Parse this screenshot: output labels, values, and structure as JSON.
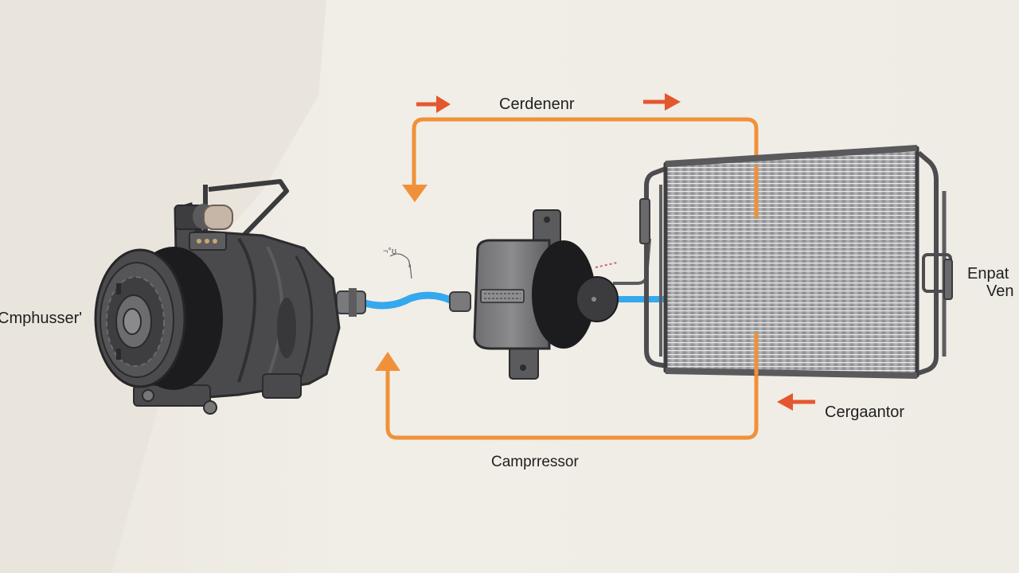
{
  "labels": {
    "top": "Cerdenenr",
    "left": "Cmphusser'",
    "right_line1": "Enpat",
    "right_line2": "Ven",
    "right_lower": "Cergaantor",
    "bottom": "Camprressor",
    "scribble": "¬°ʊ"
  },
  "colors": {
    "background": "#efebe3",
    "flow_line": "#f0913a",
    "arrow": "#e4572e",
    "refrigerant_line": "#35a8ee",
    "metal_dark": "#3b3b3d",
    "metal_mid": "#6b6b6e",
    "condenser_fin": "#9a9a9c"
  },
  "components": [
    {
      "name": "compressor",
      "icon": "compressor-icon"
    },
    {
      "name": "expansion-valve",
      "icon": "valve-icon"
    },
    {
      "name": "condenser-radiator",
      "icon": "radiator-icon"
    }
  ]
}
